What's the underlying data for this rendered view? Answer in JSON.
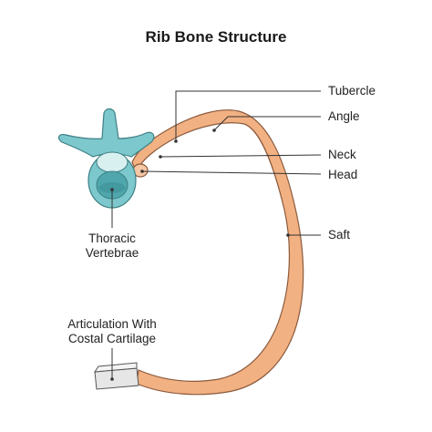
{
  "title": "Rib Bone Structure",
  "labels": {
    "tubercle": "Tubercle",
    "angle": "Angle",
    "neck": "Neck",
    "head": "Head",
    "saft": "Saft",
    "thoracic_line1": "Thoracic",
    "thoracic_line2": "Vertebrae",
    "articulation_line1": "Articulation With",
    "articulation_line2": "Costal Cartilage"
  },
  "colors": {
    "rib_fill": "#f2b183",
    "rib_stroke": "#8a5a3c",
    "vertebra_fill": "#7cc8cc",
    "vertebra_dark": "#4fa7ad",
    "vertebra_stroke": "#3e7f85",
    "cartilage_fill": "#e6e6e6",
    "leader_line": "#333333"
  }
}
